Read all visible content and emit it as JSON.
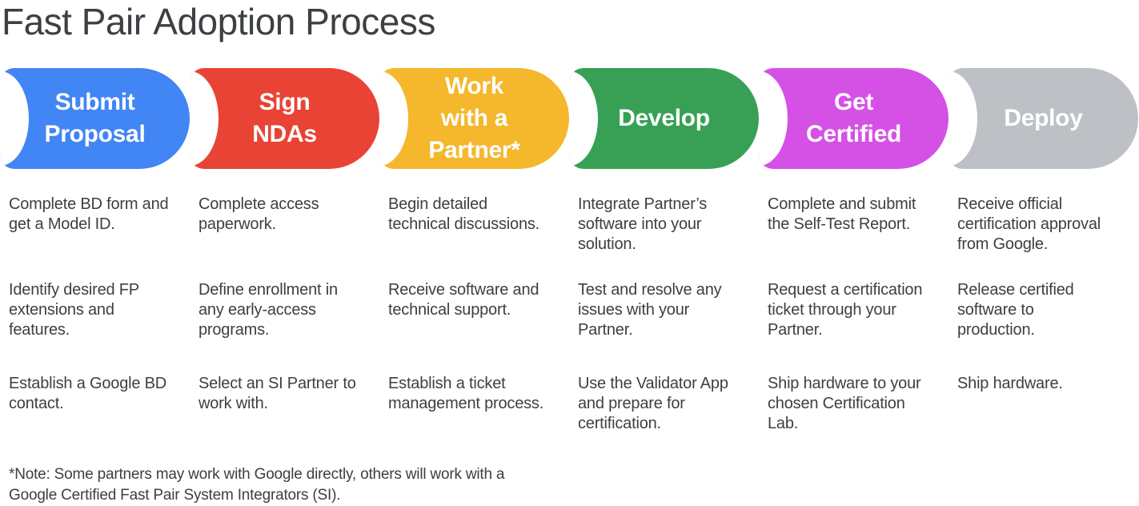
{
  "title": "Fast Pair Adoption Process",
  "text_color": "#3C4043",
  "steps": [
    {
      "label": "Submit\nProposal",
      "color": "#4285F4",
      "tasks": [
        "Complete BD form and\nget a Model ID.",
        "Identify desired FP\nextensions and\nfeatures.",
        "Establish a Google BD\ncontact."
      ]
    },
    {
      "label": "Sign\nNDAs",
      "color": "#E94335",
      "tasks": [
        "Complete access\npaperwork.",
        "Define enrollment in\nany early-access\nprograms.",
        "Select an SI Partner to\nwork with."
      ]
    },
    {
      "label": "Work\nwith a\nPartner*",
      "color": "#F5B72B",
      "tasks": [
        "Begin detailed\ntechnical discussions.",
        "Receive software and\ntechnical support.",
        "Establish a ticket\nmanagement process."
      ]
    },
    {
      "label": "Develop",
      "color": "#37A055",
      "tasks": [
        "Integrate Partner’s\nsoftware into your\nsolution.",
        "Test and resolve any\nissues with your\nPartner.",
        "Use the Validator App\nand prepare for\ncertification."
      ]
    },
    {
      "label": "Get\nCertified",
      "color": "#D551E5",
      "tasks": [
        "Complete and submit\nthe Self-Test Report.",
        "Request a certification\nticket through your\nPartner.",
        "Ship hardware to your\nchosen Certification\nLab."
      ]
    },
    {
      "label": "Deploy",
      "color": "#BDC1C6",
      "tasks": [
        "Receive official\ncertification approval\nfrom Google.",
        "Release certified\nsoftware to\nproduction.",
        "Ship hardware."
      ]
    }
  ],
  "footnote": "*Note: Some partners may work with Google directly, others will work with a\nGoogle Certified Fast Pair System Integrators (SI)."
}
